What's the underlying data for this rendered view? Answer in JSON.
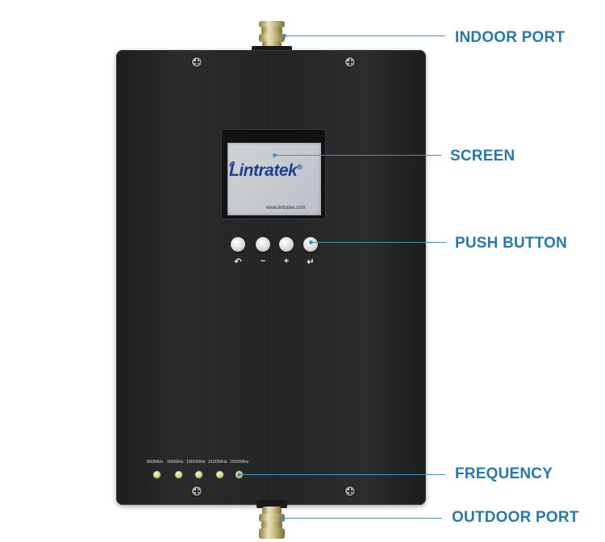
{
  "device": {
    "brand_name": "Lintratek",
    "brand_reg": "®",
    "url": "www.lintratek.com",
    "buttons": [
      {
        "name": "back",
        "symbol": "↶"
      },
      {
        "name": "minus",
        "symbol": "−"
      },
      {
        "name": "plus",
        "symbol": "+"
      },
      {
        "name": "enter",
        "symbol": "↵"
      }
    ],
    "frequencies": [
      "800MHz",
      "900MHz",
      "1800MHz",
      "2100MHz",
      "2500MHz"
    ]
  },
  "callouts": {
    "indoor_port": "INDOOR PORT",
    "screen": "SCREEN",
    "push_button": "PUSH BUTTON",
    "frequency": "FREQUENCY",
    "outdoor_port": "OUTDOOR PORT"
  },
  "colors": {
    "callout": "#2a78a8",
    "brand": "#1f3f8f"
  }
}
